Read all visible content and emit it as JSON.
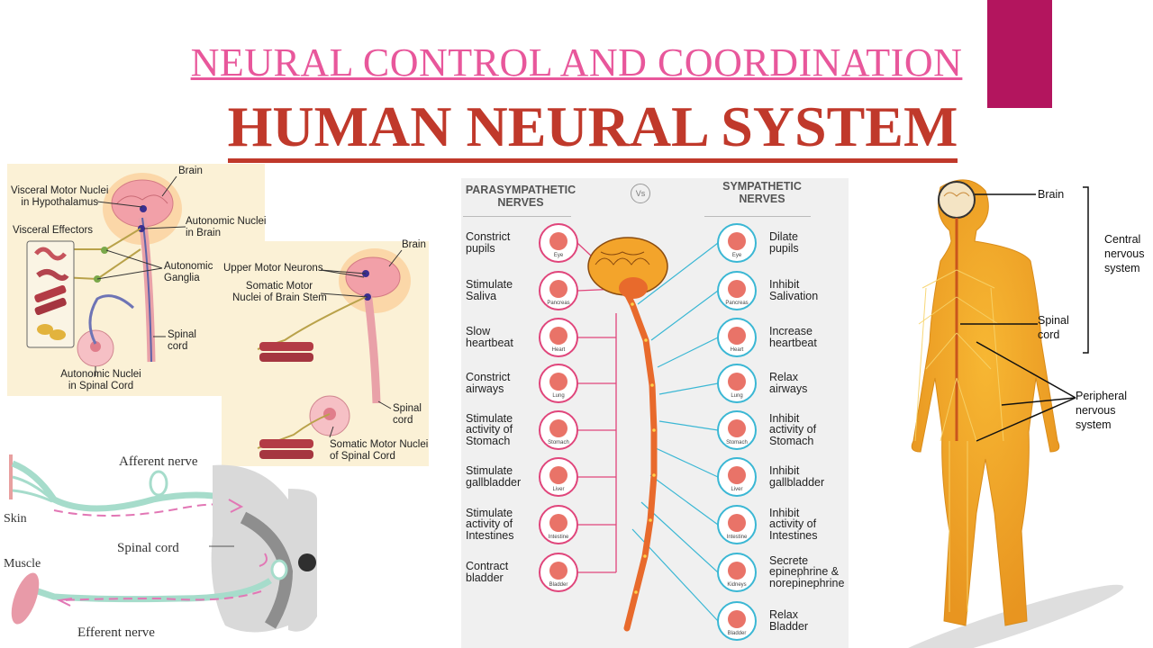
{
  "header": {
    "subtitle": "NEURAL CONTROL AND COORDINATION",
    "title": "HUMAN NEURAL SYSTEM"
  },
  "panel_a": {
    "labels": {
      "brain": "Brain",
      "visceral_motor": "Visceral Motor Nuclei\nin Hypothalamus",
      "autonomic_brain": "Autonomic Nuclei\nin Brain",
      "visceral_effectors": "Visceral Effectors",
      "autonomic_ganglia": "Autonomic\nGanglia",
      "spinal_cord": "Spinal\ncord",
      "autonomic_spinal": "Autonomic Nuclei\nin Spinal Cord"
    }
  },
  "panel_b": {
    "labels": {
      "brain": "Brain",
      "upper_motor": "Upper Motor Neurons",
      "somatic_brainstem": "Somatic Motor\nNuclei of Brain Stem",
      "spinal_cord": "Spinal\ncord",
      "somatic_spinal": "Somatic Motor Nuclei\nof Spinal Cord"
    }
  },
  "reflex": {
    "afferent": "Afferent nerve",
    "skin": "Skin",
    "spinal_cord": "Spinal cord",
    "muscle": "Muscle",
    "efferent": "Efferent nerve"
  },
  "autonomic": {
    "left_header": "PARASYMPATHETIC\nNERVES",
    "vs": "Vs",
    "right_header": "SYMPATHETIC\nNERVES",
    "organs": [
      "Eye",
      "Pancreas",
      "Heart",
      "Lung",
      "Stomach",
      "Liver",
      "Intestine",
      "Bladder"
    ],
    "right_organs": [
      "Eye",
      "Pancreas",
      "Heart",
      "Lung",
      "Stomach",
      "Liver",
      "Intestine",
      "Kidneys",
      "Bladder"
    ],
    "parasympathetic": [
      "Constrict\npupils",
      "Stimulate\nSaliva",
      "Slow\nheartbeat",
      "Constrict\nairways",
      "Stimulate\nactivity of\nStomach",
      "Stimulate\ngallbladder",
      "Stimulate\nactivity of\nIntestines",
      "Contract\nbladder"
    ],
    "sympathetic": [
      "Dilate\npupils",
      "Inhibit\nSalivation",
      "Increase\nheartbeat",
      "Relax\nairways",
      "Inhibit\nactivity of\nStomach",
      "Inhibit\ngallbladder",
      "Inhibit\nactivity of\nIntestines",
      "Secrete\nepinephrine &\nnorepinephrine",
      "Relax\nBladder"
    ],
    "colors": {
      "para": "#e0457b",
      "symp": "#3ab7d4",
      "spine": "#e86a2c",
      "brain": "#f3a42b"
    }
  },
  "body_diagram": {
    "brain": "Brain",
    "cns": "Central\nnervous\nsystem",
    "spinal_cord": "Spinal\ncord",
    "pns": "Peripheral\nnervous\nsystem"
  }
}
